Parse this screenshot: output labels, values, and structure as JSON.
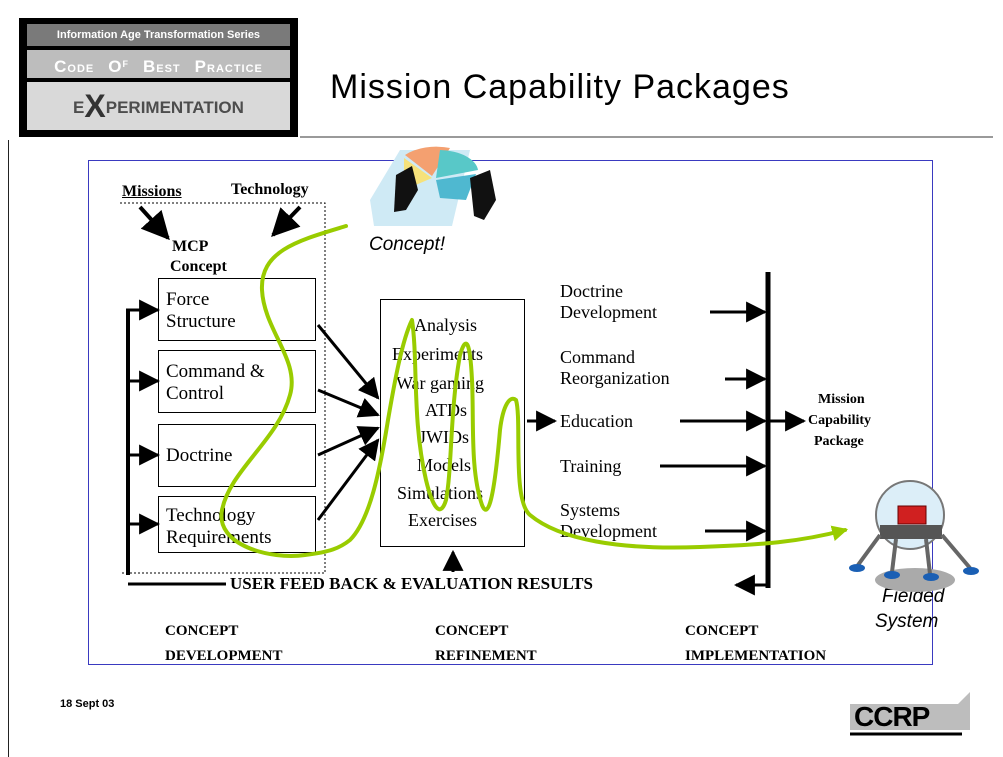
{
  "logo": {
    "series": "Information Age Transformation Series",
    "code": [
      "C",
      "ODE",
      "O",
      "F",
      "B",
      "EST",
      "P",
      "RACTICE"
    ],
    "exp_pre": "E",
    "exp_x": "X",
    "exp_post": "PERIMENTATION"
  },
  "slide": {
    "title": "Mission Capability Packages",
    "date": "18 Sept 03",
    "org_logo": "CCRP"
  },
  "diagram": {
    "inputs": {
      "missions": "Missions",
      "technology": "Technology"
    },
    "mcp_concept": [
      "MCP",
      "Concept"
    ],
    "concept_label": "Concept!",
    "left_boxes": [
      [
        "Force",
        "Structure"
      ],
      [
        "Command &",
        "Control"
      ],
      [
        "Doctrine"
      ],
      [
        "Technology",
        "Requirements"
      ]
    ],
    "center_items": [
      "Analysis",
      "Experiments",
      "War gaming",
      "ATDs",
      "JWIDs",
      "Models",
      "Simulations",
      "Exercises"
    ],
    "outputs": [
      [
        "Doctrine",
        "Development"
      ],
      [
        "Command",
        "Reorganization"
      ],
      [
        "Education"
      ],
      [
        "Training"
      ],
      [
        "Systems",
        "Development"
      ]
    ],
    "result": [
      "Mission",
      "Capability",
      "Package"
    ],
    "feedback": "USER FEED BACK & EVALUATION RESULTS",
    "fielded": [
      "Fielded",
      "System"
    ],
    "phases": [
      [
        "CONCEPT",
        "DEVELOPMENT"
      ],
      [
        "CONCEPT",
        "REFINEMENT"
      ],
      [
        "CONCEPT",
        "IMPLEMENTATION"
      ]
    ],
    "colors": {
      "concept_curve": "#99cc00",
      "frame_border": "#3a3ac0"
    }
  }
}
